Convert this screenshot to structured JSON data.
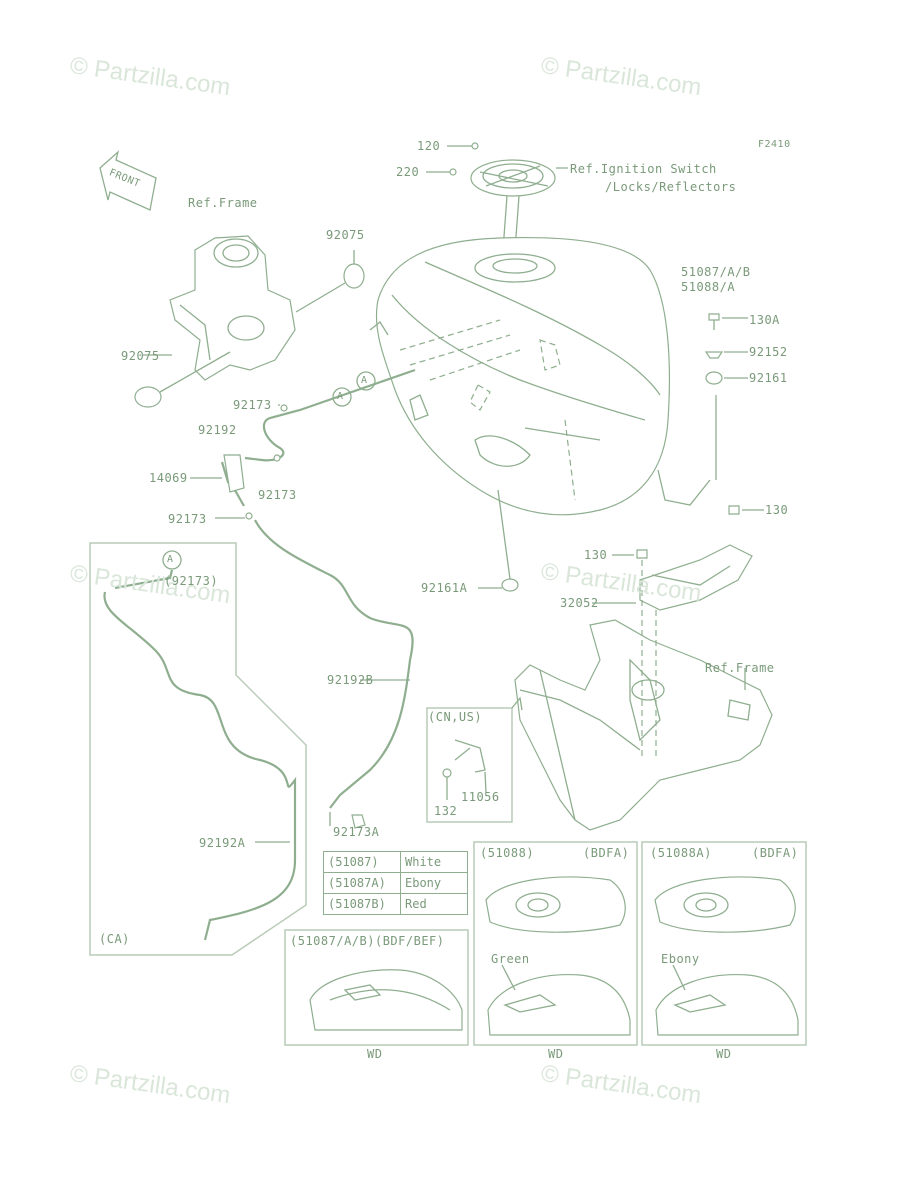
{
  "diagram": {
    "code": "F2410",
    "front_label": "FRONT",
    "watermark": "© Partzilla.com",
    "labels": {
      "p120": "120",
      "p220": "220",
      "ignition_ref_1": "Ref.Ignition Switch",
      "ignition_ref_2": "/Locks/Reflectors",
      "ref_frame_top": "Ref.Frame",
      "p92075_a": "92075",
      "p92075_b": "92075",
      "tank_parts_1": "51087/A/B",
      "tank_parts_2": "51088/A",
      "p130A": "130A",
      "p92152": "92152",
      "p92161": "92161",
      "p92173_a": "92173",
      "p92192": "92192",
      "p14069": "14069",
      "p92173_b": "92173",
      "p92173_c": "92173",
      "p130_a": "130",
      "p130_b": "130",
      "p92161A": "92161A",
      "p32052": "32052",
      "ref_frame_bottom": "Ref.Frame",
      "p92192B": "92192B",
      "cn_us": "(CN,US)",
      "p132": "132",
      "p11056": "11056",
      "p92173A": "92173A",
      "p92192A": "92192A",
      "circle_a_1": "A",
      "circle_a_2": "A",
      "circle_a_3": "A",
      "ca_ref": "(92173)",
      "ca": "(CA)"
    },
    "color_table": [
      {
        "code": "(51087)",
        "color": "White"
      },
      {
        "code": "(51087A)",
        "color": "Ebony"
      },
      {
        "code": "(51087B)",
        "color": "Red"
      }
    ],
    "panels": {
      "p1_title": "(51087/A/B)(BDF/BEF)",
      "p1_footer": "WD",
      "p2_title": "(51088)",
      "p2_model": "(BDFA)",
      "p2_color": "Green",
      "p2_footer": "WD",
      "p3_title": "(51088A)",
      "p3_model": "(BDFA)",
      "p3_color": "Ebony",
      "p3_footer": "WD"
    }
  }
}
